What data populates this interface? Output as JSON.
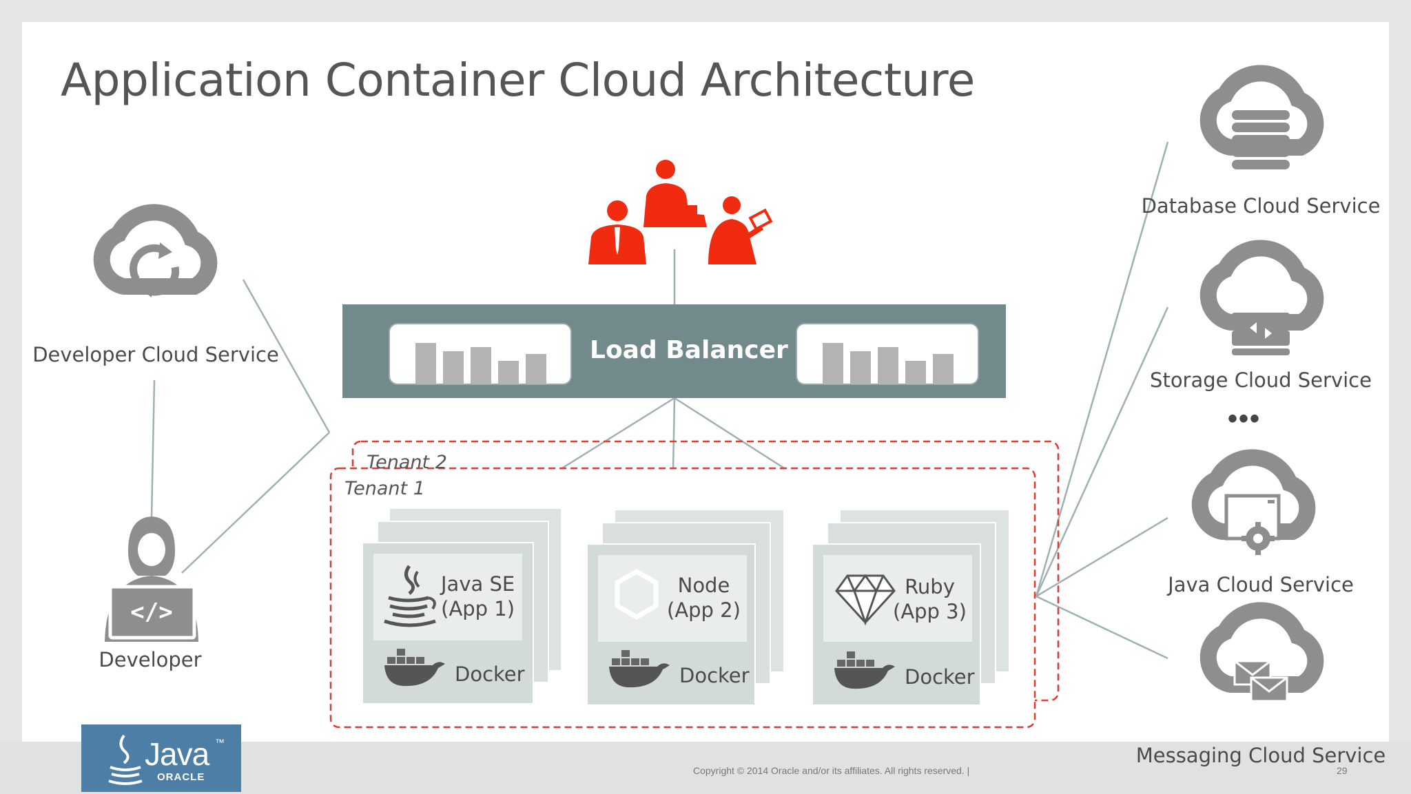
{
  "slide": {
    "title": "Application Container Cloud Architecture",
    "copyright": "Copyright © 2014 Oracle and/or its affiliates. All rights reserved.  |",
    "page_number": "29"
  },
  "left": {
    "developer_cloud_service": "Developer Cloud Service",
    "developer": "Developer"
  },
  "center": {
    "load_balancer": "Load Balancer",
    "tenant_2": "Tenant 2",
    "tenant_1": "Tenant 1",
    "apps": [
      {
        "name": "Java SE",
        "sub": "(App 1)",
        "runtime": "Docker",
        "icon": "java-cup-icon"
      },
      {
        "name": "Node",
        "sub": "(App 2)",
        "runtime": "Docker",
        "icon": "hexagon-icon"
      },
      {
        "name": "Ruby",
        "sub": "(App 3)",
        "runtime": "Docker",
        "icon": "ruby-gem-icon"
      }
    ]
  },
  "right": {
    "services": [
      {
        "label": "Database Cloud Service",
        "icon": "database-cloud-icon"
      },
      {
        "label": "Storage Cloud Service",
        "icon": "storage-cloud-icon"
      },
      {
        "label": "Java Cloud Service",
        "icon": "java-cloud-icon"
      },
      {
        "label": "Messaging Cloud Service",
        "icon": "messaging-cloud-icon"
      }
    ],
    "ellipsis": "•••"
  },
  "logo": {
    "java": "Java",
    "oracle": "ORACLE",
    "tm": "™"
  },
  "colors": {
    "people_red": "#f02b10",
    "load_balancer": "#728a8c",
    "tenant_border": "#e03a2f",
    "card_bg": "#d3dbda",
    "icon_gray": "#8e8e8e",
    "java_logo": "#4d7fa6"
  }
}
